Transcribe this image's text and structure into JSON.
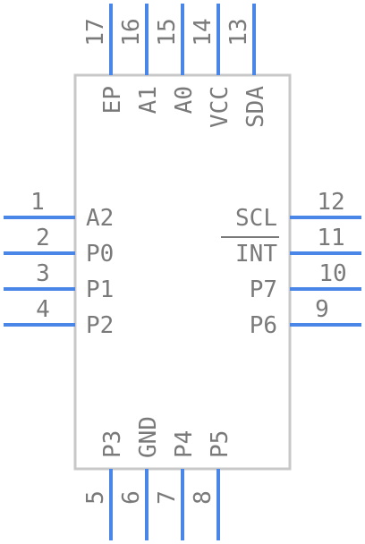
{
  "component": {
    "pins": [
      {
        "num": "1",
        "label": "A2"
      },
      {
        "num": "2",
        "label": "P0"
      },
      {
        "num": "3",
        "label": "P1"
      },
      {
        "num": "4",
        "label": "P2"
      },
      {
        "num": "5",
        "label": "P3"
      },
      {
        "num": "6",
        "label": "GND"
      },
      {
        "num": "7",
        "label": "P4"
      },
      {
        "num": "8",
        "label": "P5"
      },
      {
        "num": "9",
        "label": "P6"
      },
      {
        "num": "10",
        "label": "P7"
      },
      {
        "num": "11",
        "label": "INT",
        "overbar": true
      },
      {
        "num": "12",
        "label": "SCL"
      },
      {
        "num": "13",
        "label": "SDA"
      },
      {
        "num": "14",
        "label": "VCC"
      },
      {
        "num": "15",
        "label": "A0"
      },
      {
        "num": "16",
        "label": "A1"
      },
      {
        "num": "17",
        "label": "EP"
      }
    ],
    "colors": {
      "pin": "#4a86e8",
      "outline": "#c8c8c8",
      "text": "#7a7a7a"
    }
  }
}
